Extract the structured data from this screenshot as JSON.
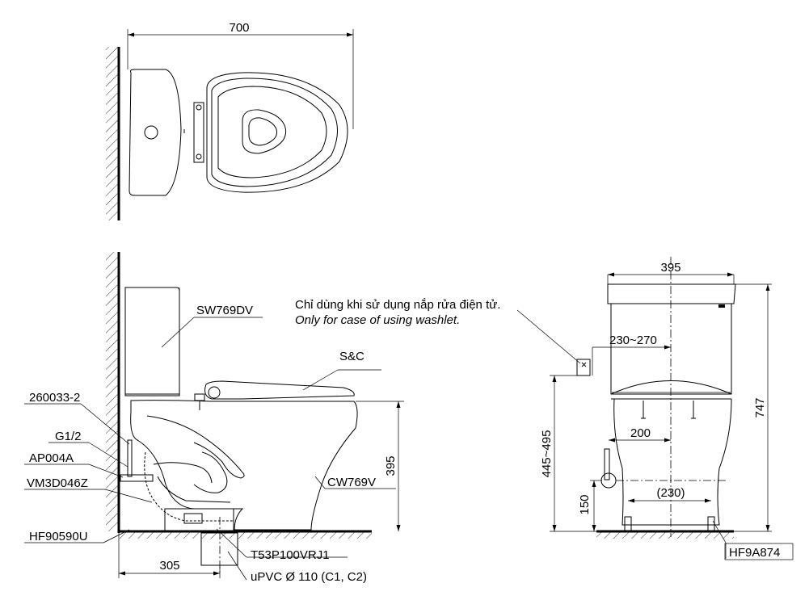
{
  "top_view": {
    "width_dim": "700"
  },
  "side_view": {
    "tank_model": "SW769DV",
    "seat_label": "S&C",
    "bowl_model": "CW769V",
    "part_260033": "260033-2",
    "thread": "G1/2",
    "part_ap": "AP004A",
    "part_vm": "VM3D046Z",
    "part_hf": "HF90590U",
    "height_dim": "395",
    "roughin_dim": "305",
    "flange_part": "T53P100VRJ1",
    "pipe_spec": "uPVC Ø 110 (C1, C2)"
  },
  "front_view": {
    "width_dim": "395",
    "note_vi": "Chỉ dùng khi sử dụng nắp rửa điện tử.",
    "note_en": "Only for case of using washlet.",
    "outlet_range": "230~270",
    "outlet_height": "445~495",
    "total_height": "747",
    "inlet_offset": "200",
    "inlet_height": "150",
    "center_dim": "(230)",
    "fixing_part": "HF9A874"
  }
}
